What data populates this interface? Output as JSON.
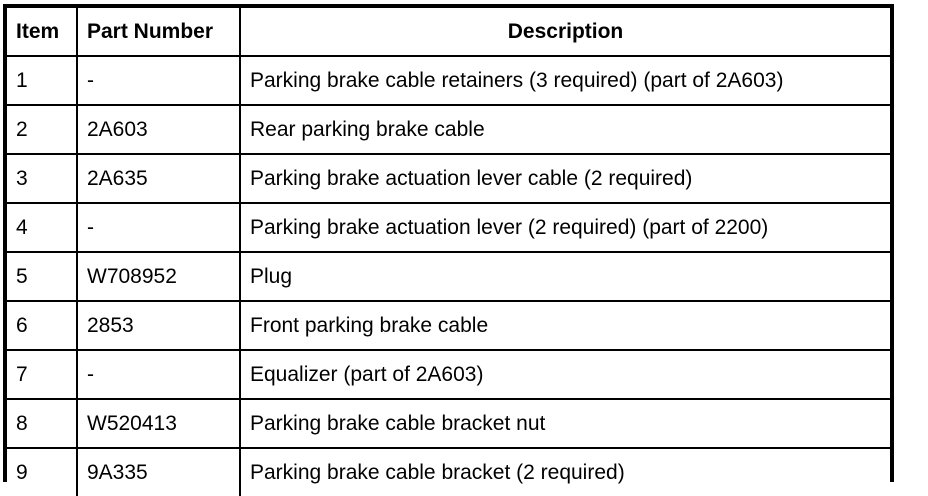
{
  "table": {
    "columns": [
      {
        "key": "item",
        "label": "Item",
        "align": "left"
      },
      {
        "key": "part_number",
        "label": "Part Number",
        "align": "left"
      },
      {
        "key": "description",
        "label": "Description",
        "align": "center"
      }
    ],
    "rows": [
      {
        "item": "1",
        "part_number": "-",
        "description": "Parking brake cable retainers (3 required) (part of 2A603)"
      },
      {
        "item": "2",
        "part_number": "2A603",
        "description": "Rear parking brake cable"
      },
      {
        "item": "3",
        "part_number": "2A635",
        "description": "Parking brake actuation lever cable (2 required)"
      },
      {
        "item": "4",
        "part_number": "-",
        "description": "Parking brake actuation lever (2 required) (part of 2200)"
      },
      {
        "item": "5",
        "part_number": "W708952",
        "description": "Plug"
      },
      {
        "item": "6",
        "part_number": "2853",
        "description": "Front parking brake cable"
      },
      {
        "item": "7",
        "part_number": "-",
        "description": "Equalizer (part of 2A603)"
      },
      {
        "item": "8",
        "part_number": "W520413",
        "description": "Parking brake cable bracket nut"
      },
      {
        "item": "9",
        "part_number": "9A335",
        "description": "Parking brake cable bracket (2 required)"
      }
    ]
  },
  "colors": {
    "border": "#000000",
    "background": "#ffffff",
    "text": "#000000"
  }
}
